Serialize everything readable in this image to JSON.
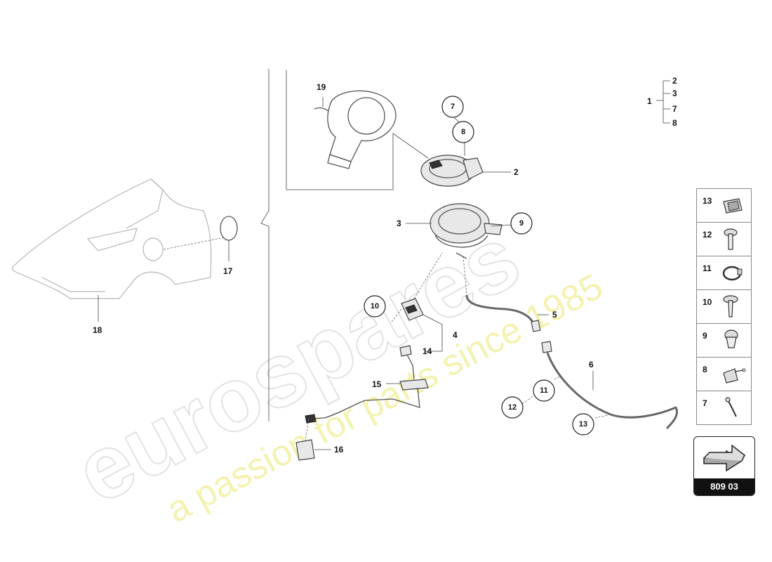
{
  "labels": {
    "p1": "1",
    "p2": "2",
    "p3": "3",
    "p4": "4",
    "p5": "5",
    "p6": "6",
    "p7": "7",
    "p8": "8",
    "p9": "9",
    "p10": "10",
    "p11": "11",
    "p12": "12",
    "p13": "13",
    "p14": "14",
    "p15": "15",
    "p16": "16",
    "p17": "17",
    "p18": "18",
    "p19": "19"
  },
  "group_1": {
    "parent": "1",
    "children": [
      "2",
      "3",
      "7",
      "8"
    ]
  },
  "legend": [
    {
      "number": "13",
      "icon": "clip-nut-icon"
    },
    {
      "number": "12",
      "icon": "bolt-icon"
    },
    {
      "number": "11",
      "icon": "hose-clamp-icon"
    },
    {
      "number": "10",
      "icon": "screw-icon"
    },
    {
      "number": "9",
      "icon": "countersunk-screw-icon"
    },
    {
      "number": "8",
      "icon": "actuator-icon"
    },
    {
      "number": "7",
      "icon": "pin-icon"
    }
  ],
  "reference": {
    "code": "809 03"
  },
  "watermark": {
    "brand": "eurospares",
    "tagline": "a passion for parts since 1985"
  }
}
